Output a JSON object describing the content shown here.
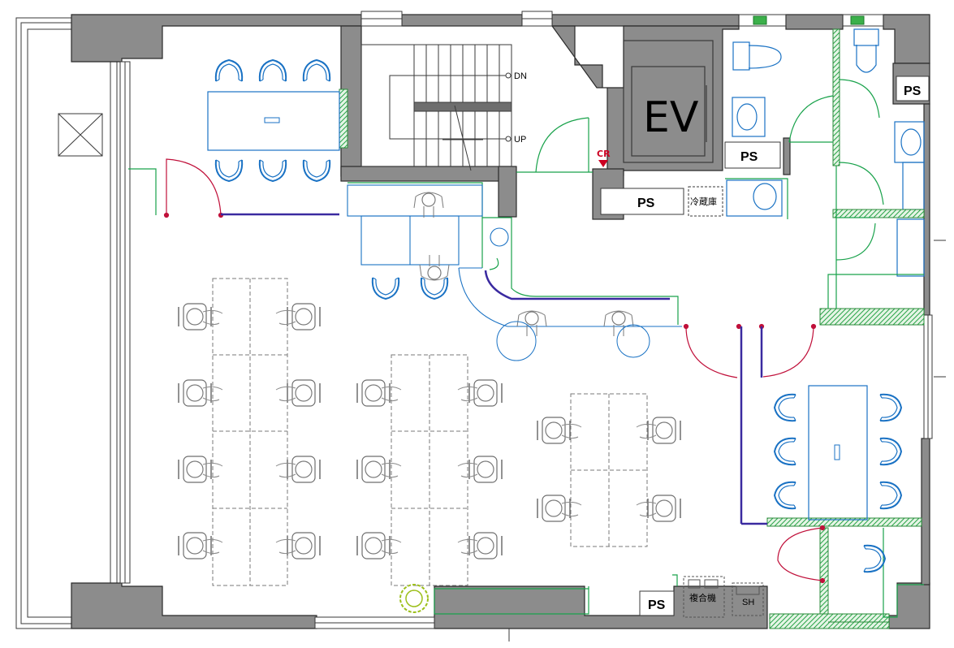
{
  "labels": {
    "ev": "EV",
    "ps": [
      "PS",
      "PS",
      "PS",
      "PS"
    ],
    "dn": "DN",
    "up": "UP",
    "cr": "CR",
    "fridge": "冷蔵庫",
    "copier": "複合機",
    "sh": "SH"
  },
  "colors": {
    "wall": "#8c8c8c",
    "line": "#3a3a3a",
    "blue": "#1a72c4",
    "green": "#19a24b",
    "red": "#c0103a",
    "purple": "#3a2aa0",
    "gray": "#8a8a8a",
    "hatch": "#2aa44a"
  }
}
